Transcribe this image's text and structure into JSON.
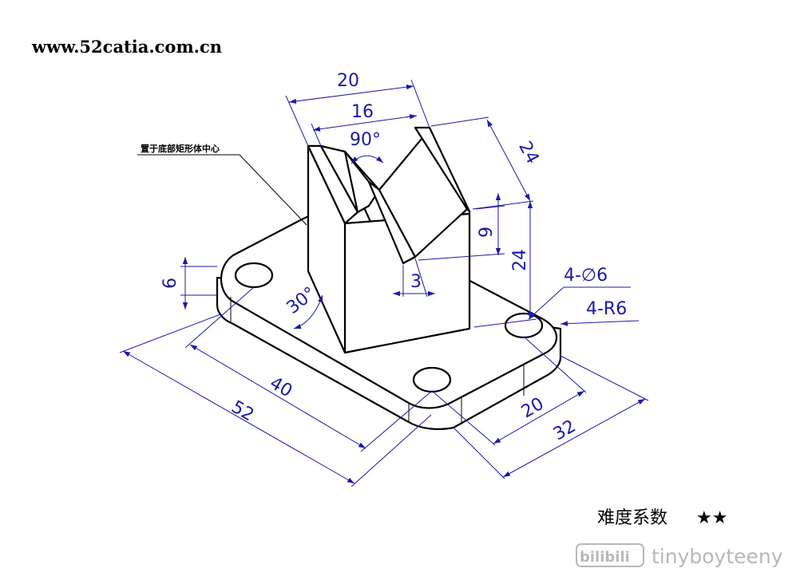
{
  "site_url": "www.52catia.com.cn",
  "leader_note": "置于底部矩形体中心",
  "dimensions": {
    "top_width": "20",
    "groove_width": "16",
    "groove_angle": "90°",
    "block_depth": "24",
    "upper_height": "9",
    "block_height": "24",
    "slot_width": "3",
    "incline_angle": "30°",
    "plate_thickness": "6",
    "hole_spacing_length": "40",
    "plate_length": "52",
    "hole_spacing_width": "20",
    "plate_width": "32",
    "hole_callout": "4-∅6",
    "radius_callout": "4-R6"
  },
  "difficulty": {
    "label": "难度系数",
    "stars": "★★"
  },
  "watermark": {
    "logo": "bilibili",
    "author": "tinyboyteeny"
  },
  "colors": {
    "dimension": "#1a1aa8",
    "object": "#000000",
    "watermark": "#b8b8b8"
  }
}
